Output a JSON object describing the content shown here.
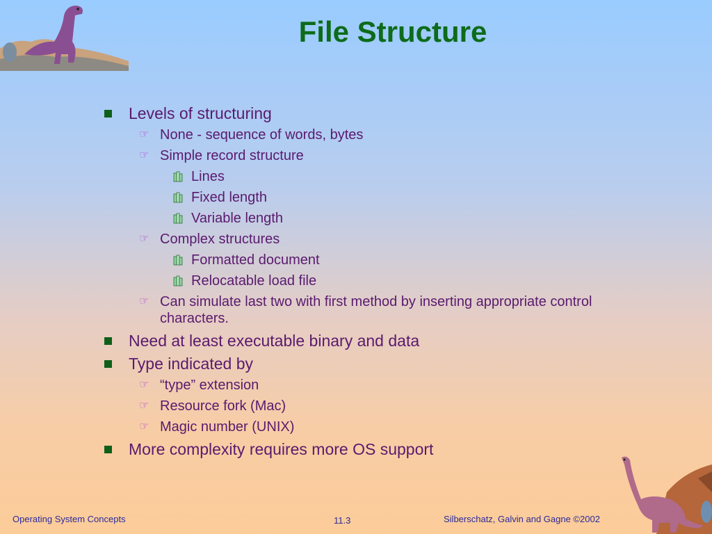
{
  "slide": {
    "title": "File Structure",
    "outline": [
      {
        "level": 1,
        "text": "Levels of structuring"
      },
      {
        "level": 2,
        "text": "None - sequence of words, bytes"
      },
      {
        "level": 2,
        "text": "Simple record structure"
      },
      {
        "level": 3,
        "text": "Lines"
      },
      {
        "level": 3,
        "text": "Fixed length"
      },
      {
        "level": 3,
        "text": "Variable length"
      },
      {
        "level": 2,
        "text": "Complex structures"
      },
      {
        "level": 3,
        "text": "Formatted document"
      },
      {
        "level": 3,
        "text": "Relocatable load file"
      },
      {
        "level": 2,
        "text": "Can simulate last two with first method by inserting appropriate control characters."
      },
      {
        "level": 1,
        "text": "Need at least executable binary and data"
      },
      {
        "level": 1,
        "text": "Type indicated by"
      },
      {
        "level": 2,
        "text": "“type” extension"
      },
      {
        "level": 2,
        "text": "Resource fork (Mac)"
      },
      {
        "level": 2,
        "text": "Magic number (UNIX)"
      },
      {
        "level": 1,
        "text": "More complexity requires more OS support"
      }
    ]
  },
  "footer": {
    "left": "Operating System Concepts",
    "page": "11.3",
    "right": "Silberschatz, Galvin and  Gagne ©2002"
  },
  "icons": {
    "level1_bullet": "square-bullet-icon",
    "level2_bullet": "pointing-hand-icon",
    "level3_bullet": "books-icon",
    "top_left_art": "dinosaur-icon",
    "bottom_right_art": "brontosaurus-icon"
  },
  "colors": {
    "title": "#0d6b1a",
    "body_text": "#5a1a6e",
    "footer_text": "#2a2a9a",
    "bg_top": "#99ccff",
    "bg_bottom": "#fccc99"
  }
}
